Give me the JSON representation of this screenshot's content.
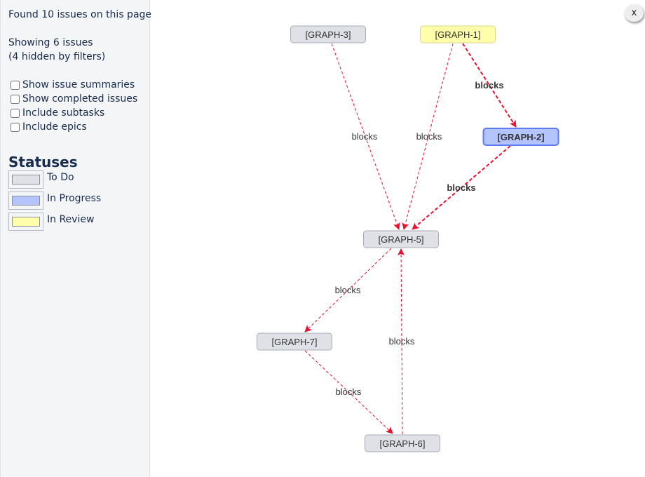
{
  "sidebar": {
    "found_text": "Found 10 issues on this page",
    "showing_text": "Showing 6 issues",
    "hidden_text": "(4 hidden by filters)",
    "options": [
      {
        "label": "Show issue summaries",
        "checked": false
      },
      {
        "label": "Show completed issues",
        "checked": false
      },
      {
        "label": "Include subtasks",
        "checked": false
      },
      {
        "label": "Include epics",
        "checked": false
      }
    ],
    "statuses_heading": "Statuses",
    "statuses": [
      {
        "label": "To Do",
        "color": "#dfe1e6"
      },
      {
        "label": "In Progress",
        "color": "#b3c4ff"
      },
      {
        "label": "In Review",
        "color": "#ffffab"
      }
    ]
  },
  "close_button": {
    "label": "x"
  },
  "graph": {
    "edge_color": "#e8112d",
    "nodes": [
      {
        "id": "GRAPH-3",
        "label": "[GRAPH-3]",
        "status": "To Do",
        "selected": false
      },
      {
        "id": "GRAPH-1",
        "label": "[GRAPH-1]",
        "status": "In Review",
        "selected": false
      },
      {
        "id": "GRAPH-2",
        "label": "[GRAPH-2]",
        "status": "In Progress",
        "selected": true
      },
      {
        "id": "GRAPH-5",
        "label": "[GRAPH-5]",
        "status": "To Do",
        "selected": false
      },
      {
        "id": "GRAPH-7",
        "label": "[GRAPH-7]",
        "status": "To Do",
        "selected": false
      },
      {
        "id": "GRAPH-6",
        "label": "[GRAPH-6]",
        "status": "To Do",
        "selected": false
      }
    ],
    "edges": [
      {
        "from": "GRAPH-3",
        "to": "GRAPH-5",
        "label": "blocks",
        "bold": false
      },
      {
        "from": "GRAPH-1",
        "to": "GRAPH-5",
        "label": "blocks",
        "bold": false
      },
      {
        "from": "GRAPH-1",
        "to": "GRAPH-2",
        "label": "blocks",
        "bold": true
      },
      {
        "from": "GRAPH-2",
        "to": "GRAPH-5",
        "label": "blocks",
        "bold": true
      },
      {
        "from": "GRAPH-5",
        "to": "GRAPH-7",
        "label": "blocks",
        "bold": false
      },
      {
        "from": "GRAPH-7",
        "to": "GRAPH-6",
        "label": "blocks",
        "bold": false
      },
      {
        "from": "GRAPH-6",
        "to": "GRAPH-5",
        "label": "blocks",
        "bold": false
      }
    ]
  }
}
